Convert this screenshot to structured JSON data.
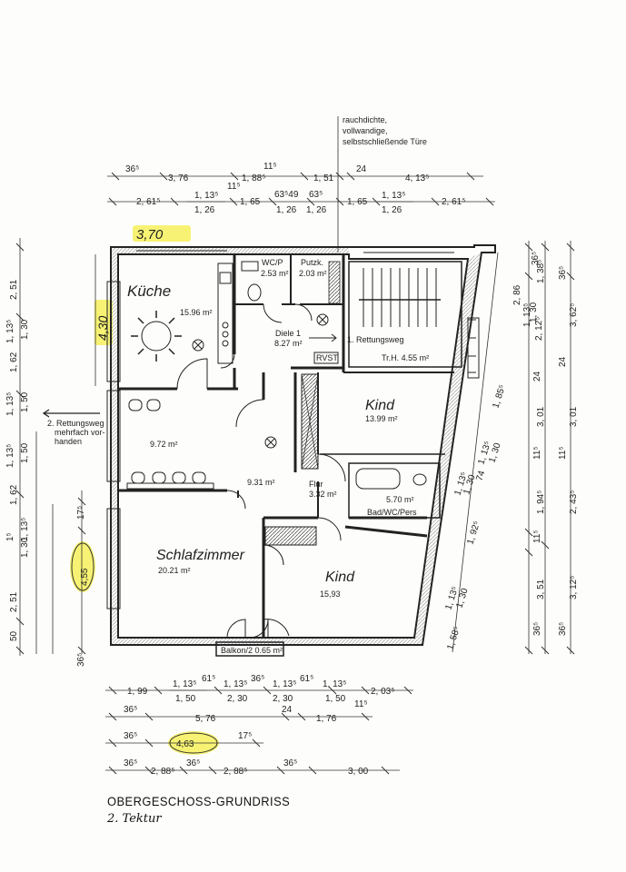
{
  "note": {
    "line1": "rauchdichte,",
    "line2": "vollwandige,",
    "line3": "selbstschließende Türe"
  },
  "dims_top": {
    "r1": [
      "36⁵",
      "3, 76",
      "1, 88⁵",
      "11⁵",
      "1, 51",
      "24",
      "4, 13⁵"
    ],
    "r2": [
      "2, 61⁵",
      "1, 13⁵",
      "1, 26",
      "11⁵",
      "1, 65",
      "63⁵49",
      "63⁵",
      "1, 26",
      "1, 26",
      "1, 65",
      "1, 13⁵",
      "1, 26",
      "2, 61⁵"
    ]
  },
  "handwritten": {
    "top": "3,70",
    "left": "4,30",
    "leftmid": "4,55",
    "bottom": "4,63"
  },
  "rooms": {
    "kueche": {
      "name": "Küche",
      "area": "15.96 m²"
    },
    "wc": {
      "name": "WC/P",
      "area": "2.53 m²"
    },
    "putzk": {
      "name": "Putzk.",
      "area": "2.03 m²"
    },
    "diele": {
      "name": "Diele 1",
      "area": "8.27 m²"
    },
    "rettungsweg": "1. Rettungsweg",
    "rvst": "RVST",
    "trh": "Tr.H. 4.55 m²",
    "kind1": {
      "name": "Kind",
      "area": "13.99 m²"
    },
    "essen": {
      "area": "9.72 m²"
    },
    "mid": {
      "area": "9.31 m²"
    },
    "flur": {
      "name": "Flur",
      "area": "3.32 m²"
    },
    "bad": {
      "name": "Bad/WC/Pers",
      "area": "5.70 m²"
    },
    "schlaf": {
      "name": "Schlafzimmer",
      "area": "20.21 m²"
    },
    "kind2": {
      "name": "Kind",
      "area": "15,93"
    },
    "balkon": "Balkon/2  0.65 m²"
  },
  "rettung2": {
    "l1": "2. Rettungsweg",
    "l2": "mehrfach vor-",
    "l3": "handen"
  },
  "dims_left": [
    "2, 51",
    "1, 13⁵",
    "1, 30",
    "1, 62",
    "1, 13⁵",
    "1, 50",
    "1, 13⁵",
    "1, 50",
    "1, 62",
    "1, 30",
    "2, 51",
    "50",
    "36⁵",
    "17⁵",
    "1⁵",
    "1, 13⁵"
  ],
  "dims_bottom": {
    "r1": [
      "1, 99",
      "1, 13⁵",
      "61⁵",
      "1, 13⁵",
      "36⁵",
      "1, 13⁵",
      "61⁵",
      "1, 13⁵",
      "2, 03⁵"
    ],
    "r1b": [
      "1, 50",
      "2, 30",
      "2, 30",
      "1, 50"
    ],
    "r2": [
      "36⁵",
      "5, 76",
      "24",
      "11⁵",
      "1, 76"
    ],
    "r3": [
      "36⁵",
      "17⁵"
    ],
    "r4": [
      "36⁵",
      "2, 88⁵",
      "36⁵",
      "2, 88⁵",
      "36⁵",
      "3, 00"
    ]
  },
  "dims_right": [
    "2, 86",
    "36⁵",
    "1, 38⁵",
    "36⁵",
    "1, 13⁵",
    "1, 30",
    "2, 12⁵",
    "3, 62⁵",
    "1, 85⁵",
    "24",
    "24",
    "3, 01",
    "3, 01",
    "1, 13⁵",
    "1, 30",
    "74",
    "11⁵",
    "11⁵",
    "1, 92⁵",
    "1, 94⁵",
    "2, 43⁵",
    "1, 13⁵",
    "1, 30",
    "11⁵",
    "1, 58⁵",
    "3, 51",
    "3, 12⁵",
    "36⁵",
    "36⁵"
  ],
  "title": "OBERGESCHOSS-GRUNDRISS",
  "subtitle": "2. Tektur"
}
